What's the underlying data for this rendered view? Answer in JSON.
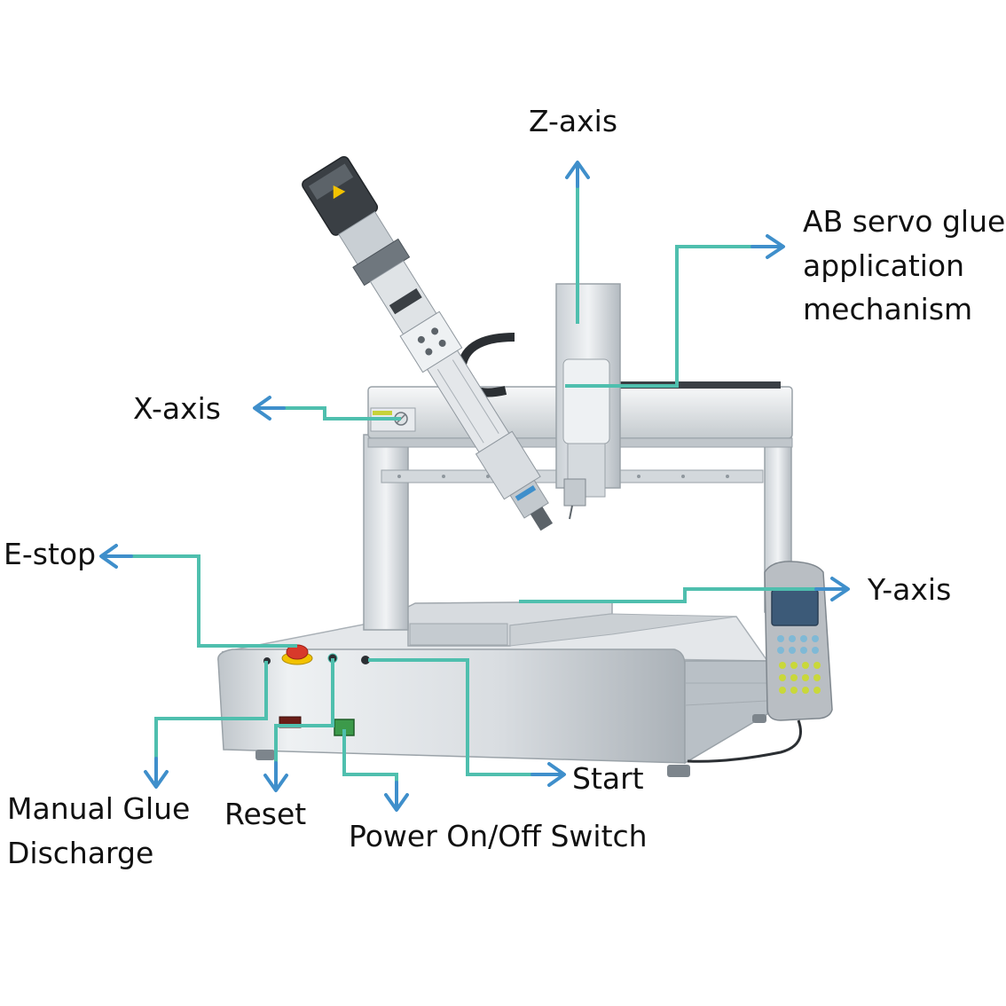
{
  "labels": {
    "z_axis": "Z-axis",
    "ab_servo": [
      "AB servo glue",
      "application",
      "mechanism"
    ],
    "x_axis": "X-axis",
    "e_stop": "E-stop",
    "y_axis": "Y-axis",
    "start": "Start",
    "manual_glue": [
      "Manual Glue",
      "Discharge"
    ],
    "reset": "Reset",
    "power_switch": "Power On/Off Switch"
  },
  "colors": {
    "leader_teal": "#4fbfae",
    "arrow_blue": "#3f8fcb",
    "steel_light": "#e9ecef",
    "steel_mid": "#c8ced4",
    "steel_dark": "#8f979e",
    "estop_red": "#d8392b",
    "estop_yellow": "#f2c200",
    "switch_green": "#3c9a4a",
    "pendant_body": "#b9bec3",
    "pendant_screen": "#3c5a78"
  },
  "icons": [
    "arrow-up-icon",
    "arrow-right-icon",
    "arrow-left-icon",
    "arrow-down-icon"
  ]
}
